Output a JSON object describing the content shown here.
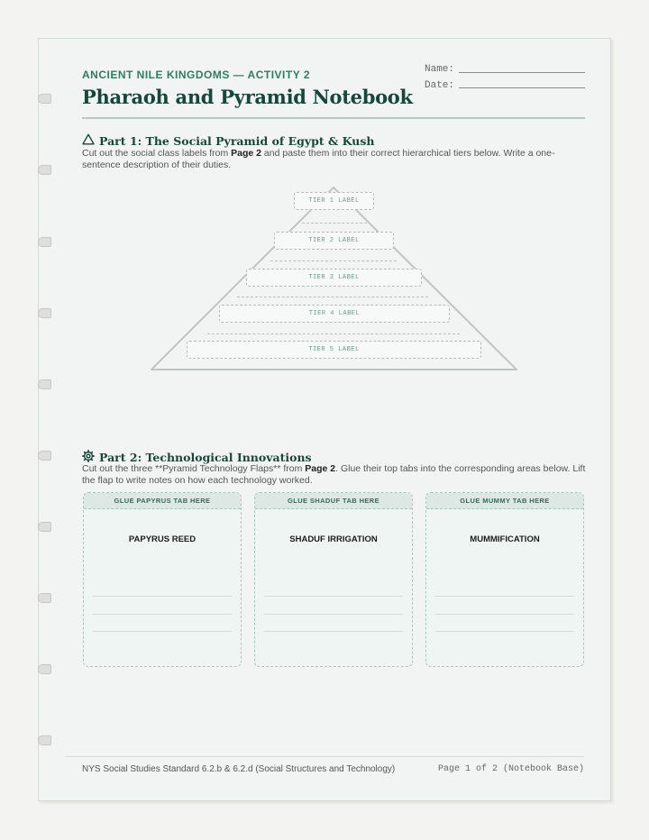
{
  "header": {
    "kicker": "ANCIENT NILE KINGDOMS — ACTIVITY 2",
    "title": "Pharaoh and Pyramid Notebook",
    "name_label": "Name:",
    "date_label": "Date:"
  },
  "part1": {
    "heading": "Part 1: The Social Pyramid of Egypt & Kush",
    "instr_before": "Cut out the social class labels from ",
    "instr_bold": "Page 2",
    "instr_after": " and paste them into their correct hierarchical tiers below. Write a one-sentence description of their duties.",
    "tiers": [
      "TIER 1 LABEL",
      "TIER 2 LABEL",
      "TIER 3 LABEL",
      "TIER 4 LABEL",
      "TIER 5 LABEL"
    ]
  },
  "part2": {
    "heading": "Part 2: Technological Innovations",
    "instr_before": "Cut out the three **Pyramid Technology Flaps** from ",
    "instr_bold": "Page 2",
    "instr_after": ". Glue their top tabs into the corresponding areas below. Lift the flap to write notes on how each technology worked.",
    "cards": [
      {
        "tab": "GLUE PAPYRUS TAB HERE",
        "title": "PAPYRUS REED"
      },
      {
        "tab": "GLUE SHADUF TAB HERE",
        "title": "SHADUF IRRIGATION"
      },
      {
        "tab": "GLUE MUMMY TAB HERE",
        "title": "MUMMIFICATION"
      }
    ]
  },
  "footer": {
    "standard": "NYS Social Studies Standard 6.2.b & 6.2.d (Social Structures and Technology)",
    "page": "Page 1 of 2 (Notebook Base)"
  },
  "colors": {
    "accent": "#2f7d62",
    "title": "#16473a",
    "dashed_border": "#a7c8bc"
  },
  "icons": {
    "part1": "triangle-outline-icon",
    "part2": "gear-icon"
  }
}
